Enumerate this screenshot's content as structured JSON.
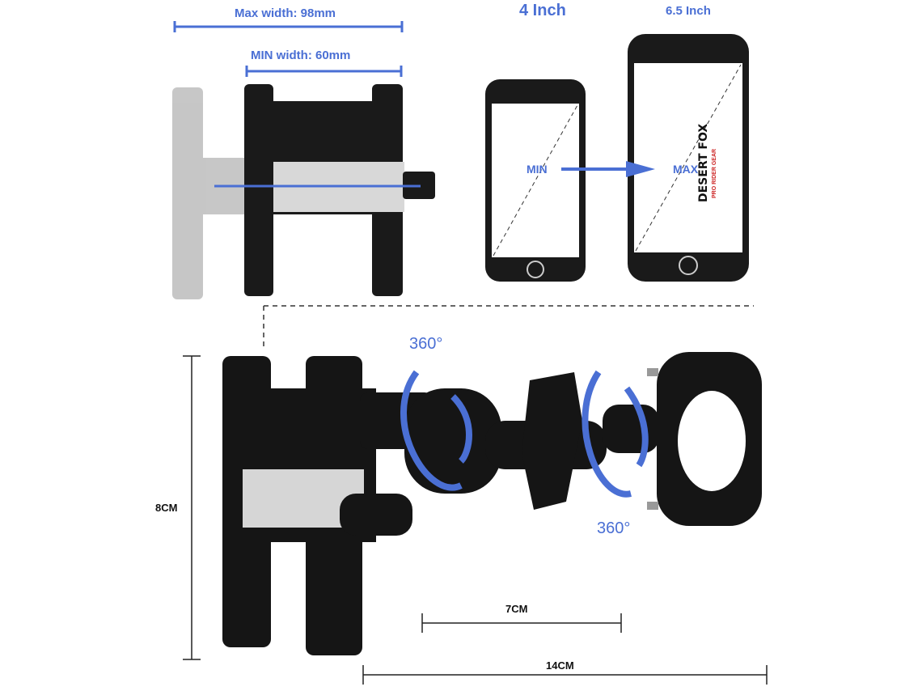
{
  "labels": {
    "max_width": "Max width: 98mm",
    "min_width": "MIN width:  60mm",
    "small_phone": "4 Inch",
    "large_phone": "6.5 Inch",
    "min": "MIN",
    "max": "MAX",
    "rotation_left": "360°",
    "rotation_right": "360°",
    "height": "8CM",
    "arm_length": "7CM",
    "total_length": "14CM"
  },
  "logo": {
    "brand": "DESERT FOX",
    "tagline": "PRO RIDER GEAR"
  },
  "colors": {
    "accent": "#4a6fd4",
    "product": "#151515"
  }
}
